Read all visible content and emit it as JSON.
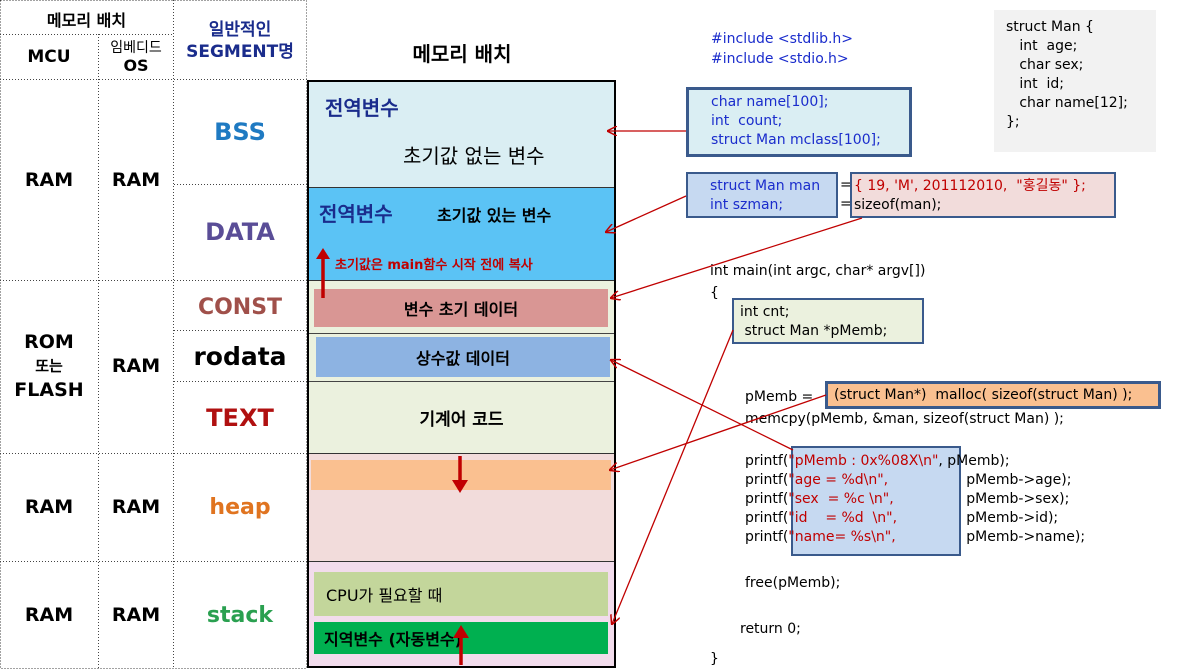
{
  "table": {
    "header_mem_layout": "메모리 배치",
    "header_mcu": "MCU",
    "header_embedded_line1": "임베디드",
    "header_embedded_line2": "OS",
    "header_segment_line1": "일반적인",
    "header_segment_line2": "SEGMENT명",
    "rows": [
      {
        "mcu": "RAM",
        "os": "RAM"
      },
      {
        "mcu_line1": "ROM",
        "mcu_line2": "또는",
        "mcu_line3": "FLASH",
        "os": "RAM"
      },
      {
        "mcu": "RAM",
        "os": "RAM"
      },
      {
        "mcu": "RAM",
        "os": "RAM"
      }
    ],
    "segments": {
      "bss": "BSS",
      "data": "DATA",
      "const": "CONST",
      "rodata": "rodata",
      "text": "TEXT",
      "heap": "heap",
      "stack": "stack"
    },
    "colors": {
      "bss": "#1f7ac2",
      "data": "#5a4d97",
      "const": "#a0504a",
      "rodata": "#000000",
      "text": "#b01010",
      "heap": "#e07420",
      "stack": "#2aa050"
    }
  },
  "memory": {
    "title": "메모리 배치",
    "bss_title": "전역변수",
    "bss_desc": "초기값 없는 변수",
    "data_title": "전역변수",
    "data_desc": "초기값 있는 변수",
    "data_copy_note": "초기값은 main함수 시작 전에 복사",
    "const_box": "변수 초기 데이터",
    "rodata_box": "상수값 데이터",
    "text_box": "기계어 코드",
    "stack_cpu": "CPU가 필요할 때",
    "stack_local": "지역변수 (자동변수)"
  },
  "code": {
    "include1": "#include <stdlib.h>",
    "include2": "#include <stdio.h>",
    "struct_def": [
      "struct Man {",
      "   int  age;",
      "   char sex;",
      "   int  id;",
      "   char name[12];",
      "};"
    ],
    "bss_vars": [
      "char name[100];",
      "int  count;",
      "struct Man mclass[100];"
    ],
    "data_var1_decl": "struct Man man",
    "data_var1_init": "{ 19, 'M', 201112010,  \"홍길동\" };",
    "data_var2_decl": "int szman;",
    "data_var2_init": "sizeof(man);",
    "eq": "=",
    "main_sig": "int main(int argc, char* argv[])",
    "brace_open": "{",
    "locals": [
      "int cnt;",
      " struct Man *pMemb;"
    ],
    "malloc_lhs": "pMemb = ",
    "malloc_rhs": "(struct Man*)  malloc( sizeof(struct Man) );",
    "memcpy_line": "memcpy(pMemb, &man, sizeof(struct Man) );",
    "printf_prefix": "printf(",
    "printf_formats": [
      "\"pMemb : 0x%08X\\n\"",
      "\"age = %d\\n\",",
      "\"sex  = %c \\n\",",
      "\"id    = %d  \\n\",",
      "\"name= %s\\n\","
    ],
    "printf_args": [
      "pMemb);",
      "pMemb->age);",
      "pMemb->sex);",
      "pMemb->id);",
      "pMemb->name);"
    ],
    "free_line": "free(pMemb);",
    "return_line": "return 0;",
    "brace_close": "}"
  }
}
